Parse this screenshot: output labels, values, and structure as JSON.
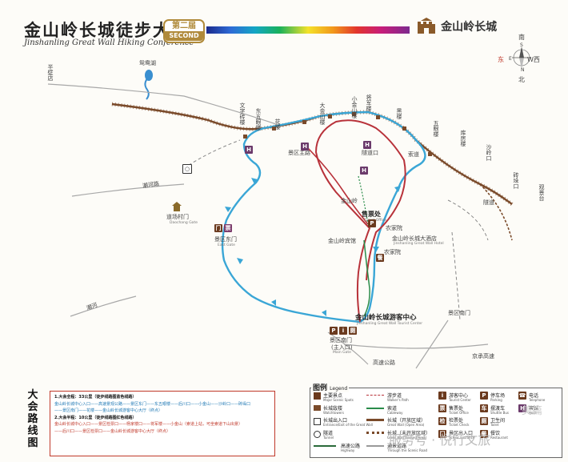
{
  "header": {
    "title": "金山岭长城徒步大会",
    "subtitle": "Jinshanling Great Wall Hiking Conference",
    "edition_cn": "第二届",
    "edition_en": "SECOND",
    "logo_text": "金山岭长城"
  },
  "compass": {
    "north": "南",
    "south": "北",
    "east": "东",
    "west": "W西",
    "e_letter": "E",
    "s_letter": "S",
    "n_letter": "N"
  },
  "map_labels": {
    "reservoir": "鸳鸯湖",
    "daochang_village": "道场村门",
    "daochang_village_en": "Daochang Gate",
    "east_gate": "景区东门",
    "east_gate_en": "East Gate",
    "jinshanling_short": "金山岭",
    "ticket_office": "售票处",
    "ticket_office_en": "Ticket Office",
    "farmhouse1": "农家院",
    "farmhouse2": "农家院",
    "hotel": "金山岭长城大酒店",
    "hotel_en": "Jinshanling Great Wall Hotel",
    "hotel_small": "金山岭宾馆",
    "visitor_center": "金山岭长城游客中心",
    "visitor_center_en": "Jinshanling Great Wall Tourist Center",
    "south_gate_main": "景区南门",
    "south_gate_sub": "(主入口)",
    "south_gate_en": "Main Gate",
    "south_gate_right": "景区南门",
    "zhuanduo": "砖垛口",
    "jiangjun": "将军楼",
    "jinshan_tower": "大金山楼",
    "wuyan": "五眼楼",
    "xiaojinshan": "小金山楼",
    "kurong": "库房楼",
    "shatuan": "沙岭口",
    "huayu": "花楼",
    "heiyu": "黑楼",
    "wenzi": "文字砖楼",
    "lanyu": "隧道",
    "jingdao": "景区主路",
    "tunnel_west": "隧道口",
    "gaojie": "高速公路",
    "highway_east": "京承高速",
    "tower_scenic": "观景台",
    "east_label": "东五眼楼",
    "cable": "索道",
    "river_left": "潮河",
    "river_left2": "潮河路",
    "banbi": "半壁店"
  },
  "route_box": {
    "side_title": "大会路线图",
    "full_title": "1.大会全程：33公里（徒步线路图蓝色线路）",
    "full_line1": "金山岭长城中心入口——高速景观公路——景区东门——东五眼楼——后川口——小金山——沙岭口——砖垛口",
    "full_line2": "——景区南门——花楼——金山岭长城游客中心大厅（终点）",
    "half_title": "2.大会半程：10公里（徒步线路图红色线路）",
    "half_line1": "金山岭长城中心入口——景区检票口——杨家楼口——将军楼——小金山（索道上站，可坐索道下山出景）",
    "half_line2": "——后川口——景区检票口——金山岭长城游客中心大厅（终点）"
  },
  "legend": {
    "title": "图例",
    "title_en": "Legend",
    "items": [
      {
        "cn": "主要景点",
        "en": "Major Scenic Spots"
      },
      {
        "cn": "长城敌楼",
        "en": "Watchtowers"
      },
      {
        "cn": "长城出入口",
        "en": "Entrance/Exit of the Great Wall"
      },
      {
        "cn": "隧道",
        "en": "Tunnel"
      },
      {
        "cn": "高速公路",
        "en": "Highway"
      },
      {
        "cn": "游步道",
        "en": "Walker's Path"
      },
      {
        "cn": "索道",
        "en": "Cableway"
      },
      {
        "cn": "长城（开放区域）",
        "en": "Great Wall (Open Area)"
      },
      {
        "cn": "长城（未开放区域）",
        "en": "Great Wall (Closed Area)"
      },
      {
        "cn": "通景道路",
        "en": "Through the Scenic Road"
      },
      {
        "cn": "游客中心",
        "en": "Tourist Center"
      },
      {
        "cn": "售票处",
        "en": "Ticket Office"
      },
      {
        "cn": "检票处",
        "en": "Ticket Check"
      },
      {
        "cn": "景区出入口",
        "en": "Scenic Entrance"
      },
      {
        "cn": "停车场",
        "en": "Parking"
      },
      {
        "cn": "摆渡车",
        "en": "Shuttle Bus"
      },
      {
        "cn": "卫生间",
        "en": "Toilet"
      },
      {
        "cn": "餐饮",
        "en": "Restaurant"
      },
      {
        "cn": "电话",
        "en": "Telephone"
      },
      {
        "cn": "宾馆",
        "en": "Hotel"
      }
    ]
  },
  "watermark": "服务号 · 悦行文旅",
  "watermark2": "美篇",
  "colors": {
    "full_route": "#3aa6d6",
    "half_route": "#b8323a",
    "great_wall": "#7a4a2a",
    "scenic_road": "#9a9a9a",
    "cableway": "#2a8c4a",
    "accent_gold": "#b08a3a"
  }
}
